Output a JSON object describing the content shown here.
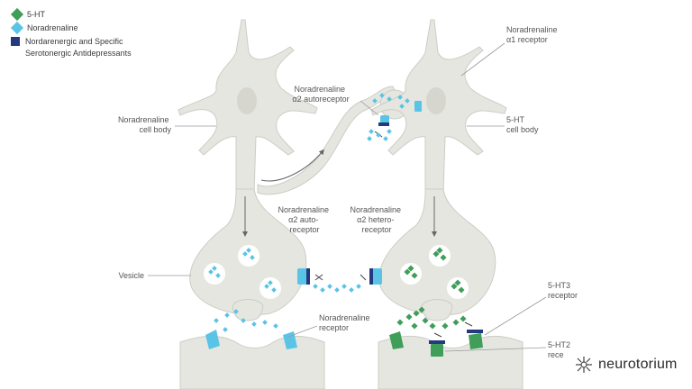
{
  "legend": {
    "items": [
      {
        "label": "5-HT",
        "color": "#3f9e58",
        "shape": "diamond"
      },
      {
        "label": "Noradrenaline",
        "color": "#5ac4e6",
        "shape": "diamond"
      },
      {
        "label": "Nordarenergic and Specific\nSerotonergic Antidepressants",
        "color": "#243a80",
        "shape": "bar"
      }
    ]
  },
  "labels": {
    "na_cell_body": [
      "Noradrenaline",
      "cell body"
    ],
    "na_a2_auto_top": [
      "Noradrenaline",
      "α2 autoreceptor"
    ],
    "na_a1": [
      "Noradrenaline",
      "α1 receptor"
    ],
    "ht_cell_body": [
      "5-HT",
      "cell body"
    ],
    "na_a2_auto_mid": [
      "Noradrenaline",
      "α2 auto-",
      "receptor"
    ],
    "na_a2_hetero": [
      "Noradrenaline",
      "α2 hetero-",
      "receptor"
    ],
    "vesicle": "Vesicle",
    "na_receptor": [
      "Noradrenaline",
      "receptor"
    ],
    "ht3": [
      "5-HT3",
      "receptor"
    ],
    "ht2": [
      "5-HT2",
      "rece"
    ]
  },
  "brand": {
    "name": "neurotorium",
    "logo_icon": "neurotorium-logo-icon"
  },
  "colors": {
    "neuron": "#e6e6e1",
    "neuron_stroke": "#cdcdc6",
    "nucleus": "#d6d6cf",
    "noradrenaline": "#5ac4e6",
    "serotonin": "#3f9e58",
    "antidepressant": "#243a80"
  }
}
